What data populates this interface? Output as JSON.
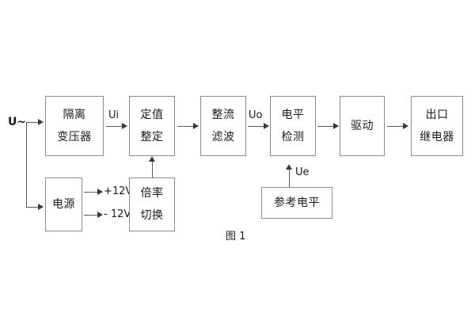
{
  "figure": {
    "caption": "图 1",
    "input_label": "U~",
    "signal_labels": {
      "ui": "Ui",
      "uo": "Uo",
      "ue": "Ue"
    },
    "rail_labels": {
      "positive": "+12V",
      "negative": "- 12V"
    },
    "colors": {
      "box_border": "#8c8c8c",
      "line": "#5a5a5a",
      "arrow": "#3a3a3a",
      "text": "#1a1a1a",
      "background": "#ffffff"
    }
  },
  "blocks": [
    {
      "id": "isolation-transformer",
      "lines": [
        "隔离",
        "变压器"
      ]
    },
    {
      "id": "setpoint-adjust",
      "lines": [
        "定值",
        "整定"
      ]
    },
    {
      "id": "rectify-filter",
      "lines": [
        "整流",
        "滤波"
      ]
    },
    {
      "id": "level-detect",
      "lines": [
        "电平",
        "检测"
      ]
    },
    {
      "id": "drive",
      "lines": [
        "驱动"
      ]
    },
    {
      "id": "output-relay",
      "lines": [
        "出口",
        "继电器"
      ]
    },
    {
      "id": "power-supply",
      "lines": [
        "电源"
      ]
    },
    {
      "id": "multiplier-switch",
      "lines": [
        "倍率",
        "切换"
      ]
    },
    {
      "id": "reference-level",
      "lines": [
        "参考电平"
      ]
    }
  ]
}
